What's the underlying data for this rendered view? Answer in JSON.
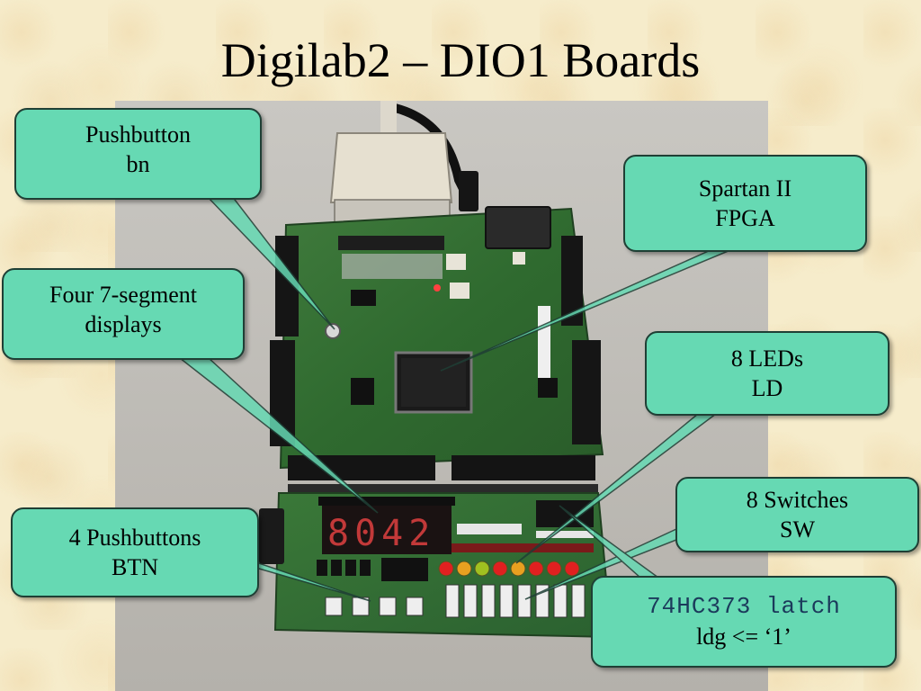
{
  "slide": {
    "title": "Digilab2 – DIO1 Boards"
  },
  "callouts": {
    "pushbutton": {
      "line1": "Pushbutton",
      "line2": "bn"
    },
    "segments": {
      "line1": "Four 7-segment",
      "line2": "displays"
    },
    "fpga": {
      "line1": "Spartan II",
      "line2": "FPGA"
    },
    "leds": {
      "line1": "8 LEDs",
      "line2": "LD"
    },
    "pushbuttons": {
      "line1": "4 Pushbuttons",
      "line2": "BTN"
    },
    "switches": {
      "line1": "8 Switches",
      "line2": "SW"
    },
    "latch": {
      "line1": "74HC373 latch",
      "line2": "ldg <= ‘1’"
    }
  },
  "board": {
    "display_digits": "8042",
    "led_colors": [
      "#e02020",
      "#e8a020",
      "#a0c020",
      "#e02020",
      "#e8a020",
      "#e02020",
      "#e02020",
      "#e02020"
    ]
  }
}
